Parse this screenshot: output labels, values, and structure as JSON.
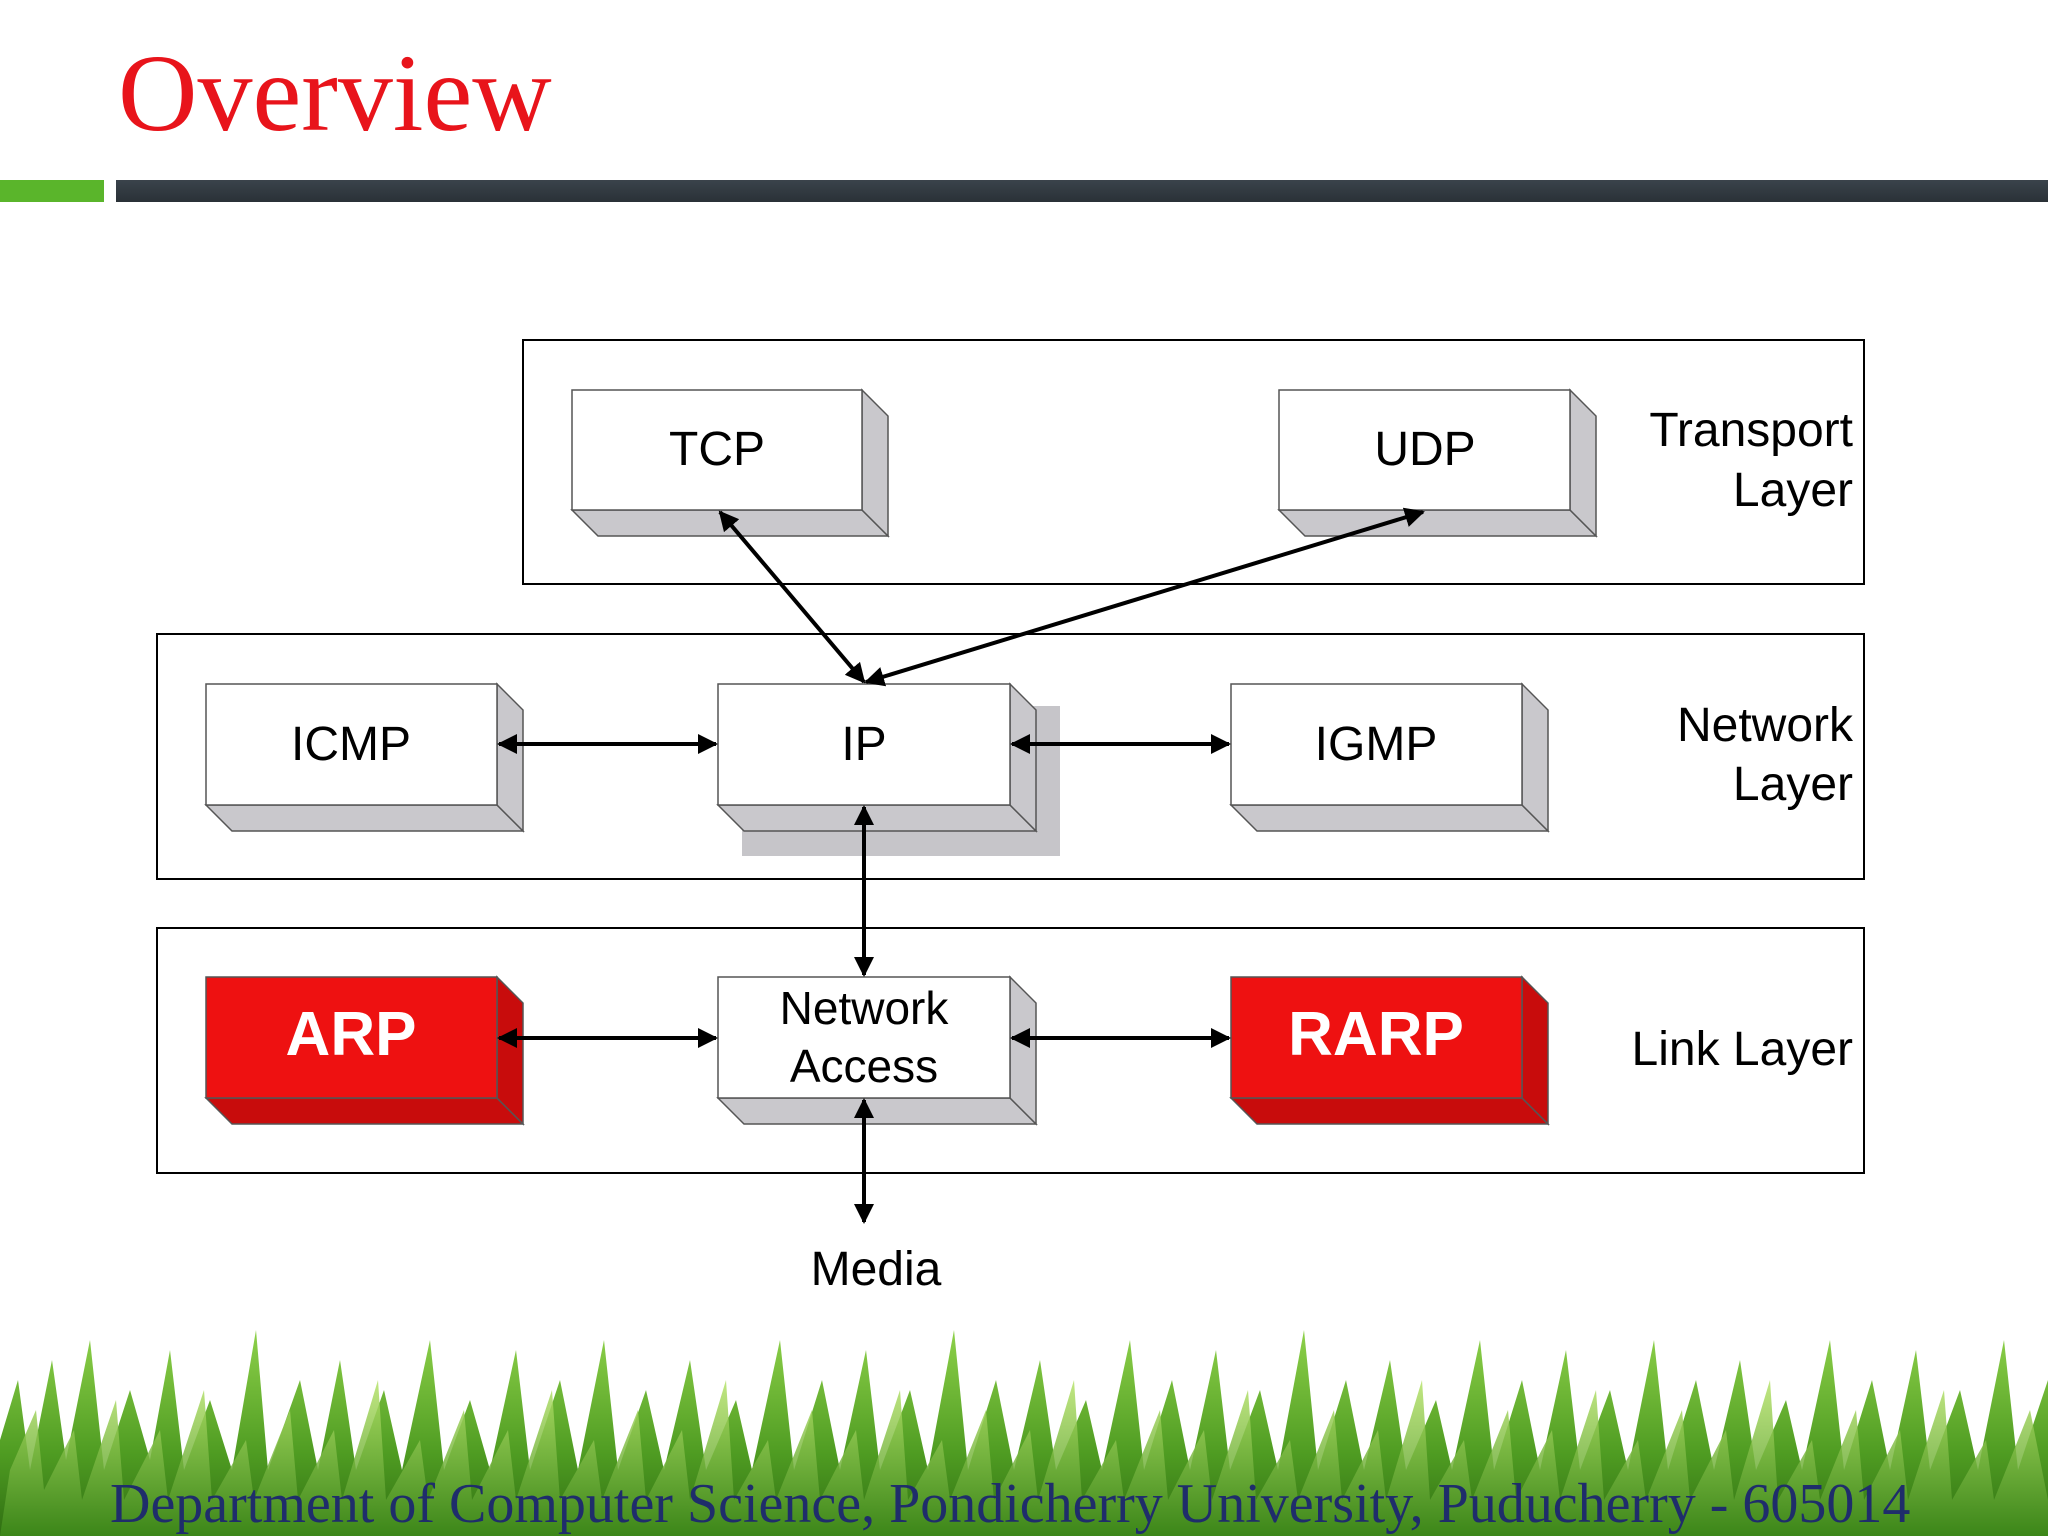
{
  "slide": {
    "title": "Overview",
    "footer": "Department of Computer Science, Pondicherry University, Puducherry - 605014"
  },
  "layers": {
    "transport": {
      "line1": "Transport",
      "line2": "Layer"
    },
    "network": {
      "line1": "Network",
      "line2": "Layer"
    },
    "link": {
      "line1": "Link Layer"
    }
  },
  "nodes": {
    "tcp": "TCP",
    "udp": "UDP",
    "icmp": "ICMP",
    "ip": "IP",
    "igmp": "IGMP",
    "arp": "ARP",
    "network_access_line1": "Network",
    "network_access_line2": "Access",
    "rarp": "RARP",
    "media": "Media"
  },
  "colors": {
    "title": "#e8141b",
    "highlight_box": "#ee1111",
    "box_face": "#ffffff",
    "box_side": "#c9c8cc",
    "footer_text": "#1f2d6b",
    "accent_green": "#5ab52b"
  }
}
